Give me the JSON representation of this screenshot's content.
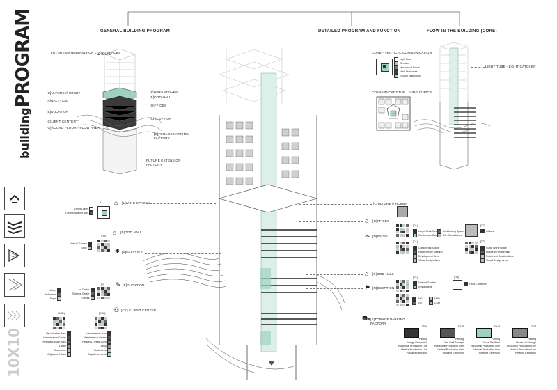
{
  "headers": {
    "general": "General Building Program",
    "detailed": "Detailed Program and Function",
    "flow": "Flow in the Building (Core)"
  },
  "title": {
    "prefix": "building",
    "main": "PROGRAM"
  },
  "footer": "10X10",
  "general_labels": {
    "future_living": "Future Extension for Living Spaces",
    "culture_hobby": "[C]ulture // Hobby",
    "analytics": "[A]nalytics",
    "education": "[E]ducation",
    "client_center": "[C]lient Center",
    "ground_floor": "[G]round Floor - Flow Area",
    "living_spaces": "[L]iving Spaces",
    "food_hall": "[F]ood Hall",
    "offices": "[O]ffices",
    "reception": "[R]eception",
    "storage": "[S]torage Parking Factory",
    "future_factory": "Future Extension Factory"
  },
  "core": {
    "title": "Core - Vertical Communication",
    "legend": [
      {
        "label": "Light Tube",
        "color": "#ffffff"
      },
      {
        "label": "Elevator",
        "color": "#bdbdbd"
      },
      {
        "label": "Mechanical Room",
        "color": "#7a7a7a"
      },
      {
        "label": "Main Staircases",
        "color": "#3a3a3a"
      },
      {
        "label": "Escape Staircases",
        "color": "#9fd1c3"
      }
    ],
    "comm_living": "Communication in Living Cubics",
    "light_tube": "Light Tube - Light Catcher"
  },
  "left_program": {
    "living_spaces": {
      "label": "[L]iving Spaces",
      "code": "[L]",
      "items": [
        "Living Cubes",
        "Communication Area"
      ]
    },
    "food_hall": {
      "label": "[F]ood Hall",
      "code": "[FH]",
      "items": [
        "Vertical Garden",
        "Shop"
      ]
    },
    "analytics": {
      "label": "[A]nalytics"
    },
    "education": {
      "label": "[E]ducation",
      "code": "[E]",
      "items": [
        "Art Center",
        "Science Center",
        "Offices"
      ]
    },
    "library": {
      "items": [
        "Library",
        "Auditorium",
        "Foyer"
      ]
    },
    "client_center": {
      "label": "[CK] Client Center"
    },
    "ckd": {
      "code": "[CKD]",
      "items": [
        "Visualization Area",
        "Maintenance Center",
        "Personal Design Area",
        "Lobby",
        "Showroom",
        "Adjustment Area"
      ]
    },
    "ckk": {
      "code": "[CKK]",
      "items": [
        "Visualization Area",
        "Maintenance Center",
        "Personal Design Area",
        "Lobby",
        "Social Area",
        "Adjustment Area"
      ]
    }
  },
  "right_program": {
    "culture_hobby": {
      "label": "[C]ulture // Hobby"
    },
    "offices": {
      "label": "[O]ffices"
    },
    "o1": {
      "code": "[O1]",
      "items": [
        "Large Work Area",
        "Conference Cubes"
      ]
    },
    "o1b": {
      "items": [
        "Co-Working Space",
        "Lift - Consultants"
      ]
    },
    "o2": {
      "code": "[O2]",
      "items": [
        "Offices"
      ]
    },
    "design": {
      "label": "[D]esign"
    },
    "d1": {
      "code": "[D1]",
      "items": [
        "Cubic Work Space",
        "Hologram for Meeting",
        "Development Area",
        "Virtual Design Area"
      ]
    },
    "d2": {
      "code": "[D2]",
      "items": [
        "Cubic Work Space",
        "Hologram for Meeting",
        "Robot and Creative Area",
        "Virtual Design Area"
      ]
    },
    "food_hall": {
      "label": "[F]ood Hall"
    },
    "reception": {
      "label": "[R]eception"
    },
    "r1": {
      "code": "[R1]",
      "items": [
        "Vertical Garden",
        "Restaurants"
      ]
    },
    "r2": {
      "code": "[FH]",
      "items": [
        "Food Container"
      ]
    },
    "r_codes": [
      "INO",
      "SST",
      "MAN",
      "COR"
    ],
    "storage": {
      "label": "[S]torage Parking Factory"
    },
    "storage_units": [
      {
        "code": "[S-1]",
        "items": [
          "Parking",
          "Energy Generation",
          "Horizontal Production Line",
          "Vertical Production Line",
          "Possible Extension"
        ]
      },
      {
        "code": "[S-2]",
        "items": [
          "Parking",
          "Own Staff Storage",
          "Horizontal Production Line",
          "Vertical Production Line",
          "Possible Extension"
        ]
      },
      {
        "code": "[S-3]",
        "items": [
          "Parking",
          "Social Facilities",
          "Horizontal Production Line",
          "Vertical Production Line",
          "Possible Extension"
        ]
      },
      {
        "code": "[S-4]",
        "items": [
          "Parking",
          "Structural Storage",
          "Horizontal Production Line",
          "Vertical Production Line",
          "Possible Extension"
        ]
      }
    ]
  },
  "colors": {
    "accent": "#9fd1c3",
    "dark": "#2a2a2a",
    "mid": "#8a8a8a",
    "light": "#d6d6d6"
  }
}
